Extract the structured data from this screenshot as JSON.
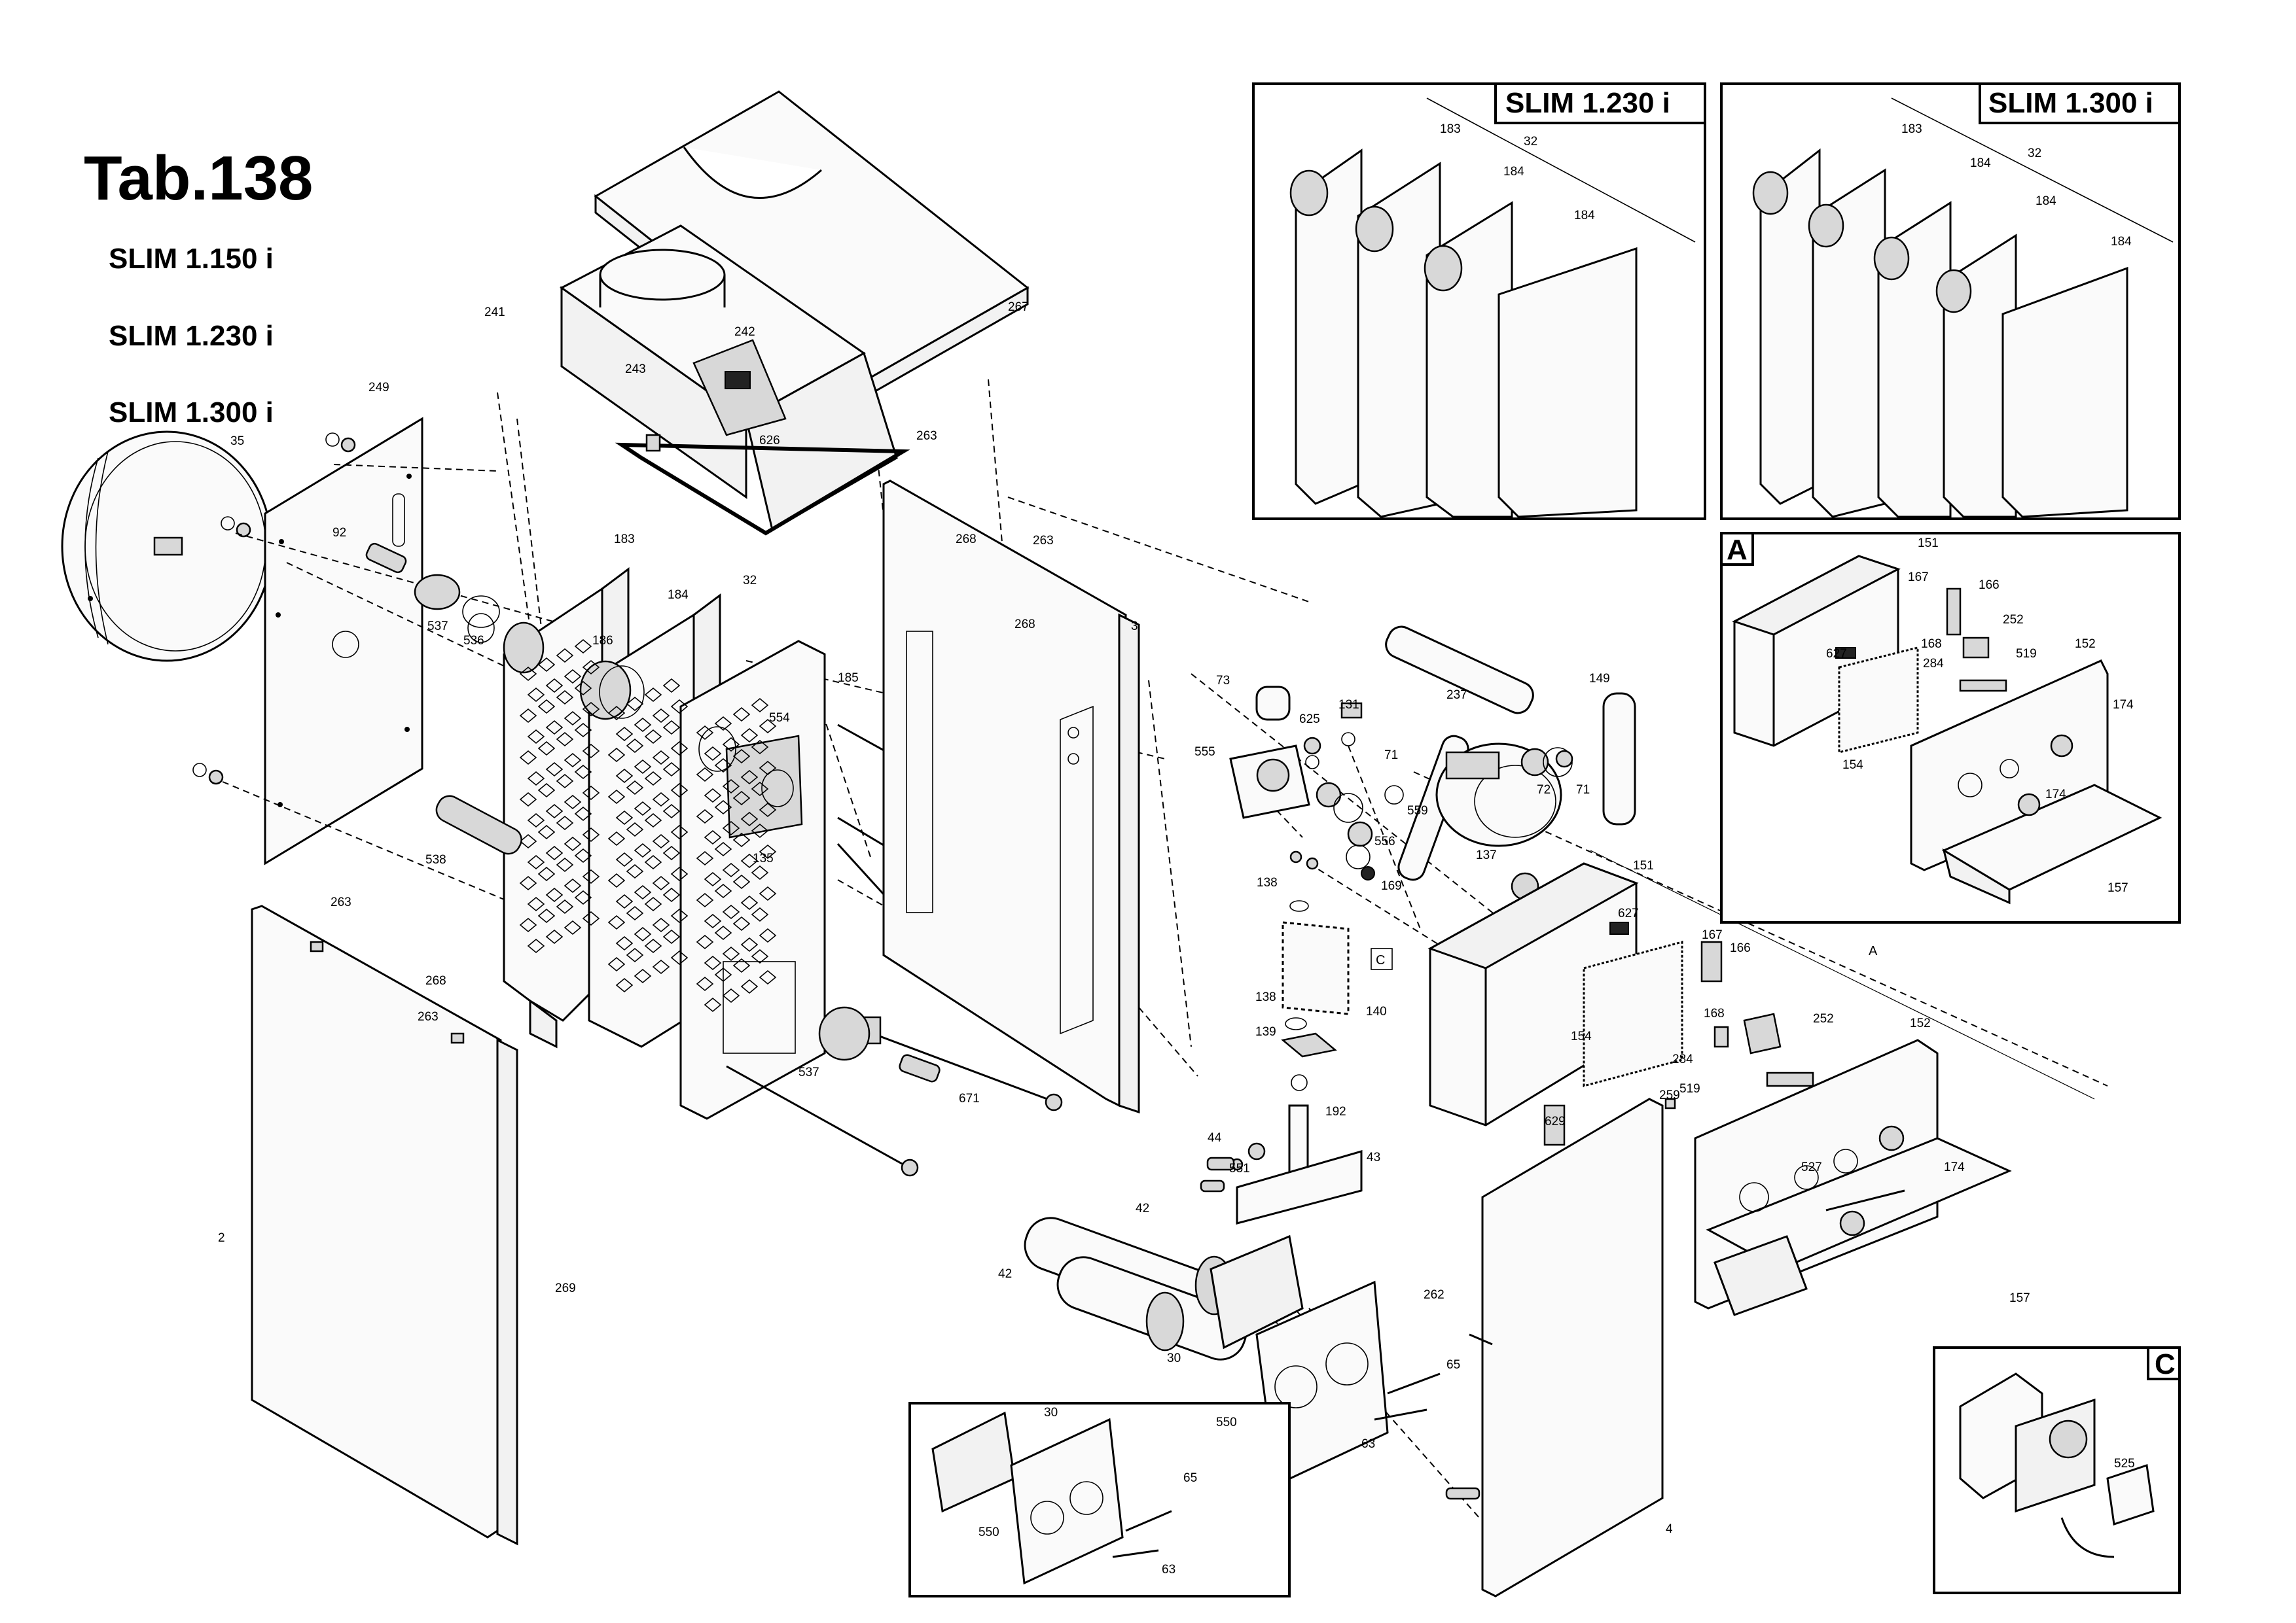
{
  "title": "Tab.138",
  "models": [
    "SLIM 1.150 i",
    "SLIM 1.230 i",
    "SLIM 1.300 i"
  ],
  "insets": {
    "slim_230": {
      "title": "SLIM 1.230 i",
      "labels": [
        "183",
        "32",
        "184",
        "184"
      ]
    },
    "slim_300": {
      "title": "SLIM 1.300 i",
      "labels": [
        "183",
        "184",
        "32",
        "184",
        "184"
      ]
    },
    "a": {
      "letter": "A",
      "labels": [
        "151",
        "167",
        "166",
        "627",
        "168",
        "252",
        "519",
        "152",
        "284",
        "174",
        "154",
        "174",
        "157"
      ]
    },
    "burner": {
      "labels": [
        "30",
        "65",
        "550",
        "63"
      ]
    },
    "c": {
      "letter": "C",
      "labels": [
        "525"
      ]
    }
  },
  "c_marker": "C",
  "a_marker": "A",
  "part_numbers": [
    "35",
    "249",
    "92",
    "537",
    "536",
    "538",
    "241",
    "242",
    "243",
    "626",
    "267",
    "263",
    "183",
    "186",
    "184",
    "32",
    "185",
    "554",
    "135",
    "537",
    "671",
    "268",
    "263",
    "268",
    "3",
    "263",
    "268",
    "263",
    "2",
    "269",
    "73",
    "131",
    "625",
    "555",
    "71",
    "237",
    "149",
    "559",
    "72",
    "71",
    "556",
    "169",
    "137",
    "138",
    "140",
    "138",
    "139",
    "192",
    "44",
    "551",
    "43",
    "42",
    "42",
    "30",
    "550",
    "65",
    "63",
    "151",
    "627",
    "167",
    "166",
    "168",
    "154",
    "252",
    "284",
    "519",
    "152",
    "629",
    "259",
    "527",
    "174",
    "157",
    "262",
    "4"
  ]
}
